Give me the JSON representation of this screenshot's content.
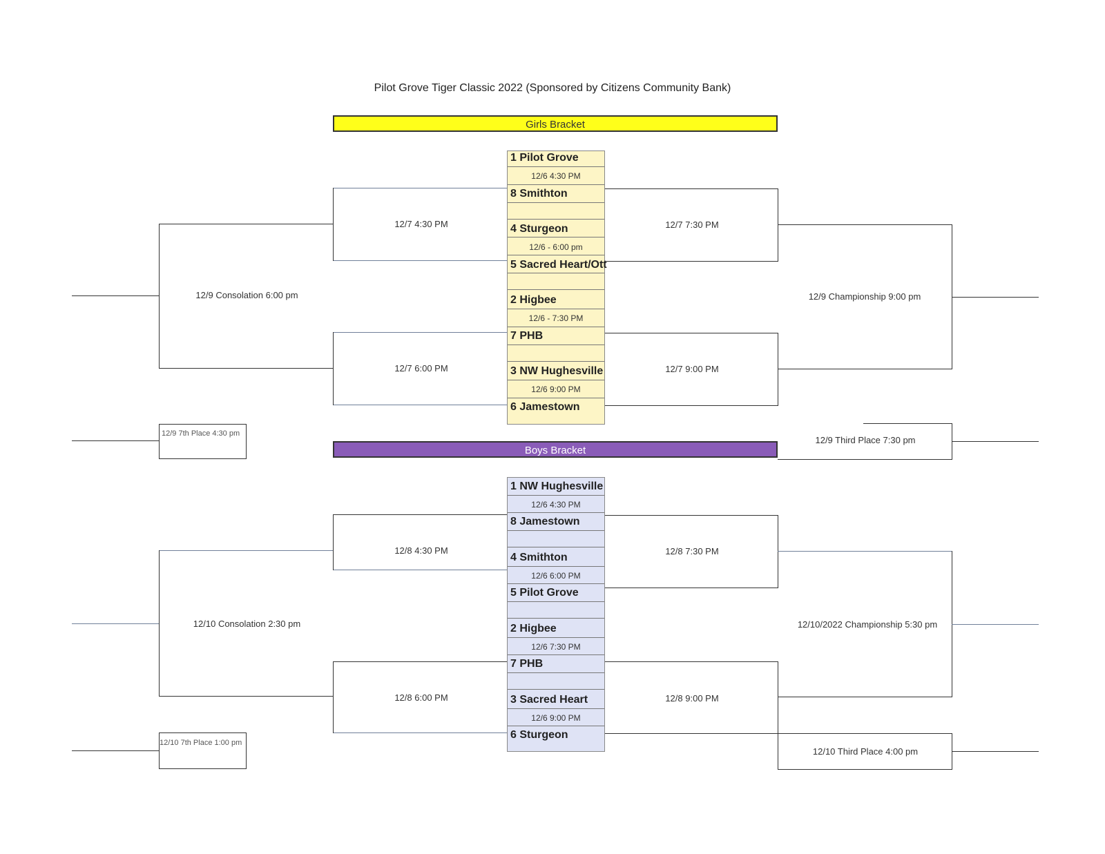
{
  "title": "Pilot Grove Tiger Classic 2022 (Sponsored by Citizens Community Bank)",
  "colors": {
    "girls_banner": "#ffff1a",
    "boys_banner": "#8a5cb8",
    "girls_column": "#fdf5c6",
    "boys_column": "#dfe3f5"
  },
  "girls": {
    "banner": "Girls Bracket",
    "teams": [
      "1 Pilot Grove",
      "8 Smithton",
      "4 Sturgeon",
      "5 Sacred Heart/Ott",
      "2 Higbee",
      "7 PHB",
      "3 NW Hughesville",
      "6 Jamestown"
    ],
    "first_round": [
      "12/6 4:30 PM",
      "12/6 - 6:00 pm",
      "12/6 - 7:30 PM",
      "12/6 9:00 PM"
    ],
    "left_semis": [
      "12/7 4:30 PM",
      "12/7 6:00 PM"
    ],
    "right_semis": [
      "12/7 7:30 PM",
      "12/7 9:00 PM"
    ],
    "consolation": "12/9 Consolation 6:00 pm",
    "championship": "12/9 Championship 9:00 pm",
    "seventh_place": "12/9 7th Place 4:30 pm",
    "third_place": "12/9 Third Place 7:30 pm"
  },
  "boys": {
    "banner": "Boys Bracket",
    "teams": [
      "1 NW Hughesville",
      "8 Jamestown",
      "4 Smithton",
      "5 Pilot Grove",
      "2 Higbee",
      "7 PHB",
      "3 Sacred Heart",
      "6 Sturgeon"
    ],
    "first_round": [
      "12/6 4:30 PM",
      "12/6 6:00 PM",
      "12/6 7:30 PM",
      "12/6 9:00 PM"
    ],
    "left_semis": [
      "12/8 4:30 PM",
      "12/8 6:00 PM"
    ],
    "right_semis": [
      "12/8 7:30 PM",
      "12/8 9:00 PM"
    ],
    "consolation": "12/10 Consolation 2:30 pm",
    "championship": "12/10/2022 Championship 5:30 pm",
    "seventh_place": "12/10 7th Place 1:00 pm",
    "third_place": "12/10 Third Place 4:00 pm"
  }
}
